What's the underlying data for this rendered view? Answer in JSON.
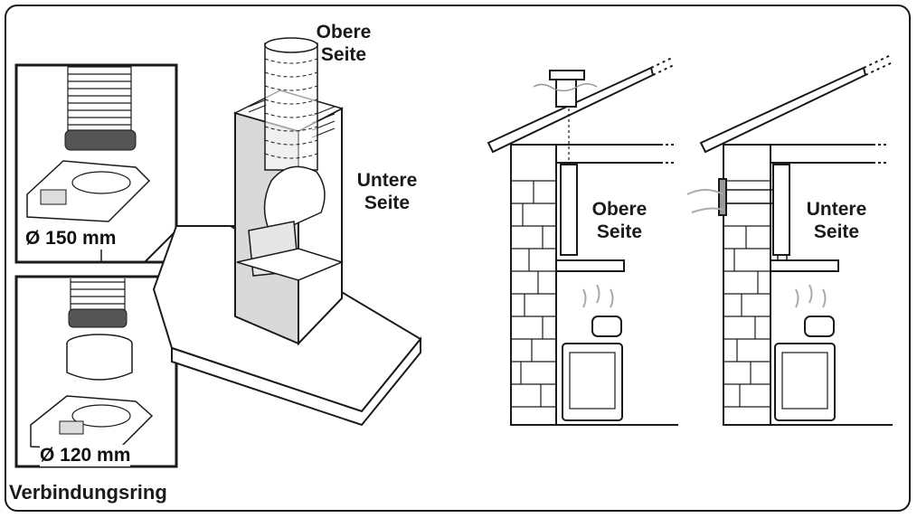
{
  "hood_install": {
    "obere_seite_top": "Obere\nSeite",
    "untere_seite_mid": "Untere\nSeite"
  },
  "inset_top": {
    "diameter": "Ø 150 mm"
  },
  "inset_bottom": {
    "diameter": "Ø 120 mm"
  },
  "ring_caption": "Verbindungsring",
  "wall_left": {
    "label": "Obere\nSeite"
  },
  "wall_right": {
    "label": "Untere\nSeite"
  },
  "colors": {
    "line": "#1a1a1a",
    "panel": "#d9d9d9",
    "smoke": "#b0b0b0"
  }
}
